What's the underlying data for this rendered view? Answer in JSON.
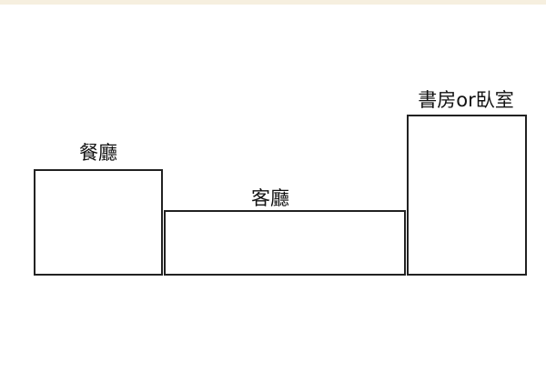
{
  "rooms": [
    {
      "label": "餐廳"
    },
    {
      "label": "客廳"
    },
    {
      "label": "書房or臥室"
    }
  ]
}
